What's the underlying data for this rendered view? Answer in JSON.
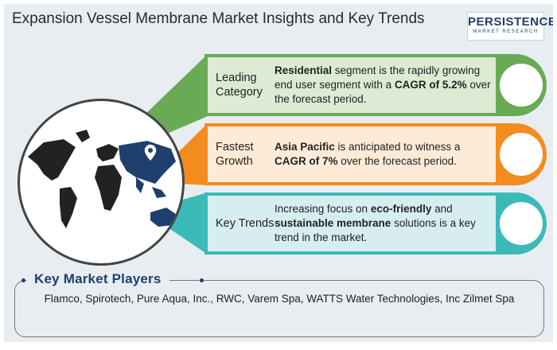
{
  "header": {
    "title": "Expansion Vessel Membrane Market Insights and Key Trends"
  },
  "logo": {
    "name": "PERSISTENCE",
    "tagline": "MARKET RESEARCH"
  },
  "insights": [
    {
      "label": "Leading Category",
      "bold1": "Residential",
      "text1": " segment is the rapidly growing end user segment with a ",
      "bold2": "CAGR of 5.2%",
      "text2": " over the forecast period.",
      "color": "#69aa55"
    },
    {
      "label": "Fastest Growth",
      "bold1": "Asia Pacific",
      "text1": " is anticipated to witness a ",
      "bold2": "CAGR of 7%",
      "text2": " over the forecast period.",
      "color": "#f28c1f"
    },
    {
      "label": "Key Trends",
      "text0": "Increasing focus on ",
      "bold1": "eco-friendly",
      "text1": " and ",
      "bold2": "sustainable membrane",
      "text2": " solutions is a key trend in the market.",
      "color": "#3bbab8"
    }
  ],
  "players": {
    "title": "Key Market Players",
    "list": "Flamco, Spirotech, Pure Aqua, Inc., RWC, Varem Spa, WATTS Water Technologies, Inc Zilmet Spa"
  },
  "icons": {
    "map": "world-map-icon",
    "pin": "location-pin-icon"
  }
}
